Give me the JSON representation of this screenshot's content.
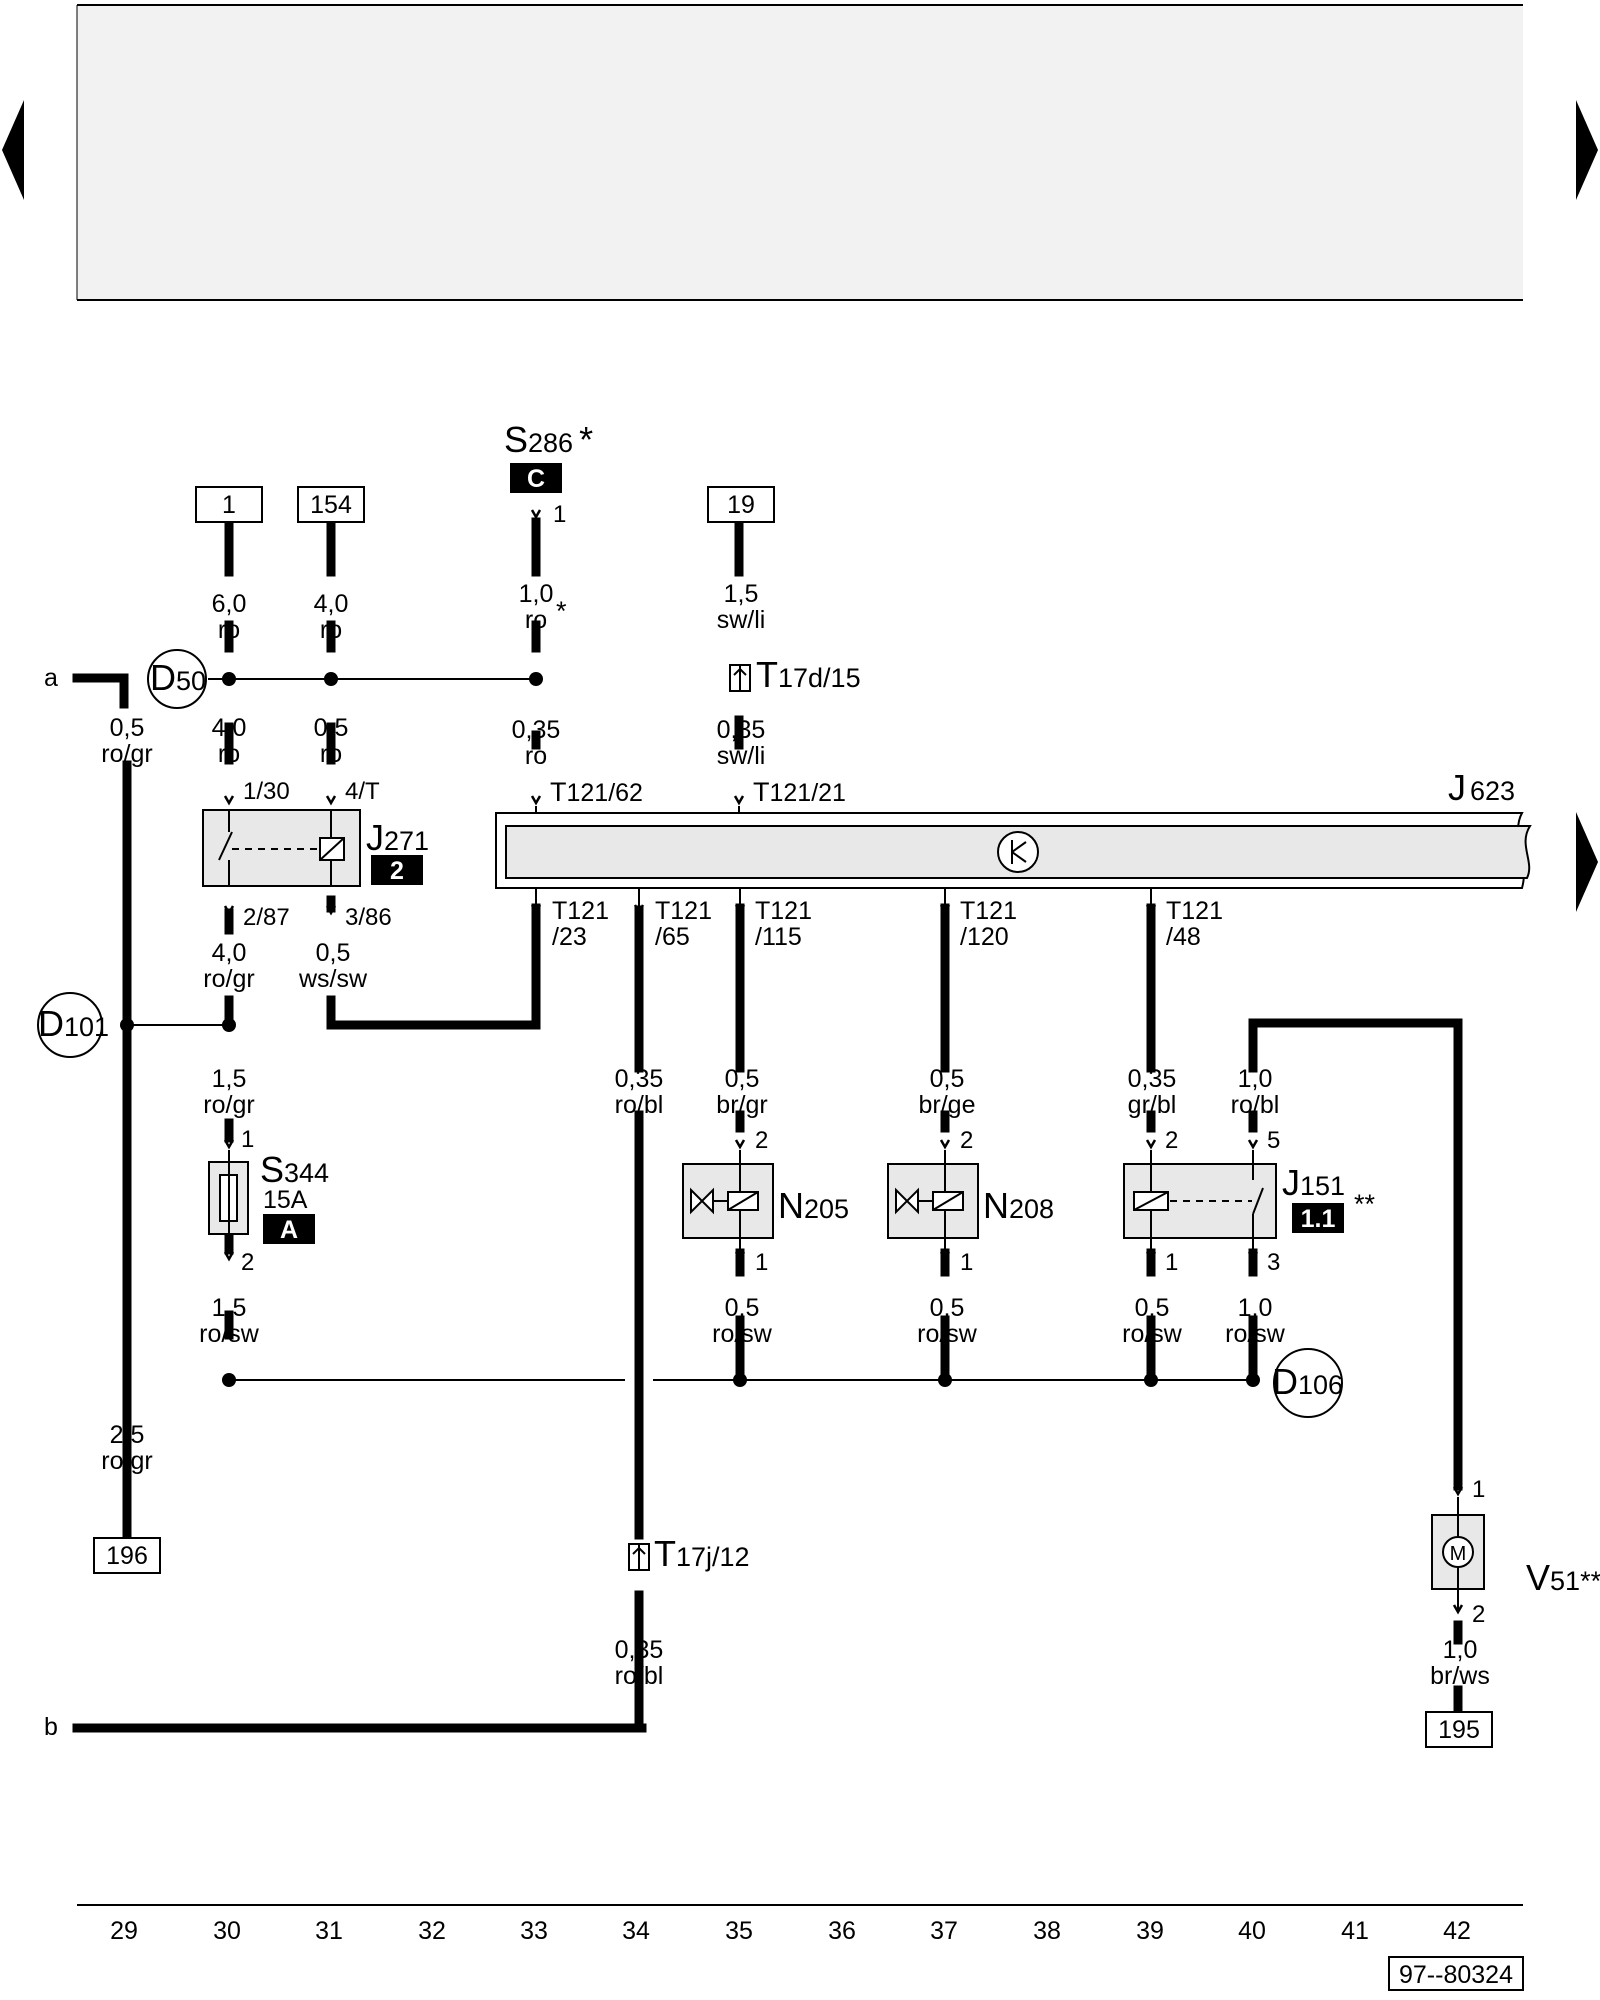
{
  "diagram_id": "97--80324",
  "colors": {
    "header_bg": "#f2f2f2",
    "box_fill": "#e8e8e8",
    "ink": "#000000"
  },
  "nav": {
    "prev": "previous-page-arrow",
    "next": "next-page-arrow",
    "continue": "continue-arrow"
  },
  "refs": {
    "a": "a",
    "b": "b",
    "r1": "1",
    "r154": "154",
    "r19": "19",
    "r196": "196",
    "r195": "195"
  },
  "components": {
    "s286": {
      "code": "S",
      "num": "286",
      "mark": "*",
      "badge": "C",
      "pin1": "1"
    },
    "j623": {
      "code": "J",
      "num": "623"
    },
    "j271": {
      "code": "J",
      "num": "271",
      "badge": "2",
      "p130": "1/30",
      "p4t": "4/T",
      "p287": "2/87",
      "p386": "3/86"
    },
    "s344": {
      "code": "S",
      "num": "344",
      "rating": "15A",
      "badge": "A",
      "p1": "1",
      "p2": "2"
    },
    "n205": {
      "code": "N",
      "num": "205",
      "p2": "2",
      "p1": "1"
    },
    "n208": {
      "code": "N",
      "num": "208",
      "p2": "2",
      "p1": "1"
    },
    "j151": {
      "code": "J",
      "num": "151",
      "badge": "1.1",
      "mark": "**",
      "p2": "2",
      "p1": "1",
      "p5": "5",
      "p3": "3"
    },
    "v51": {
      "code": "V",
      "num": "51",
      "mark": "**",
      "motor": "M",
      "p1": "1",
      "p2": "2"
    }
  },
  "nodes": {
    "d50": {
      "code": "D",
      "num": "50"
    },
    "d101": {
      "code": "D",
      "num": "101"
    },
    "d106": {
      "code": "D",
      "num": "106"
    }
  },
  "connectors": {
    "t17d": {
      "code": "T",
      "num": "17d/15"
    },
    "t17j": {
      "code": "T",
      "num": "17j/12"
    },
    "t121_62": {
      "code": "T",
      "num": "121/62"
    },
    "t121_21": {
      "code": "T",
      "num": "121/21"
    },
    "t121_23": {
      "line1": "T121",
      "line2": "/23"
    },
    "t121_65": {
      "line1": "T121",
      "line2": "/65"
    },
    "t121_115": {
      "line1": "T121",
      "line2": "/115"
    },
    "t121_120": {
      "line1": "T121",
      "line2": "/120"
    },
    "t121_48": {
      "line1": "T121",
      "line2": "/48"
    }
  },
  "wires": {
    "w1": {
      "size": "0,5",
      "color": "ro/gr"
    },
    "w2": {
      "size": "2,5",
      "color": "ro/gr"
    },
    "w3": {
      "size": "6,0",
      "color": "ro"
    },
    "w4": {
      "size": "4,0",
      "color": "ro"
    },
    "w5": {
      "size": "4,0",
      "color": "ro/gr"
    },
    "w6": {
      "size": "1,5",
      "color": "ro/gr"
    },
    "w7": {
      "size": "1,5",
      "color": "ro/sw"
    },
    "w8": {
      "size": "4,0",
      "color": "ro"
    },
    "w9": {
      "size": "0,5",
      "color": "ro"
    },
    "w10": {
      "size": "0,5",
      "color": "ws/sw"
    },
    "w11": {
      "size": "1,0",
      "color": "ro",
      "mark": "*"
    },
    "w12": {
      "size": "0,35",
      "color": "ro"
    },
    "w13": {
      "size": "0,35",
      "color": "ro/bl"
    },
    "w14": {
      "size": "0,35",
      "color": "ro/bl"
    },
    "w15": {
      "size": "1,5",
      "color": "sw/li"
    },
    "w16": {
      "size": "0,35",
      "color": "sw/li"
    },
    "w17": {
      "size": "0,5",
      "color": "br/gr"
    },
    "w18": {
      "size": "0,5",
      "color": "ro/sw"
    },
    "w19": {
      "size": "0,5",
      "color": "br/ge"
    },
    "w20": {
      "size": "0,5",
      "color": "ro/sw"
    },
    "w21": {
      "size": "0,35",
      "color": "gr/bl"
    },
    "w22": {
      "size": "0,5",
      "color": "ro/sw"
    },
    "w23": {
      "size": "1,0",
      "color": "ro/bl"
    },
    "w24": {
      "size": "1,0",
      "color": "ro/sw"
    },
    "w25": {
      "size": "1,0",
      "color": "br/ws"
    }
  },
  "grid": [
    "29",
    "30",
    "31",
    "32",
    "33",
    "34",
    "35",
    "36",
    "37",
    "38",
    "39",
    "40",
    "41",
    "42"
  ]
}
